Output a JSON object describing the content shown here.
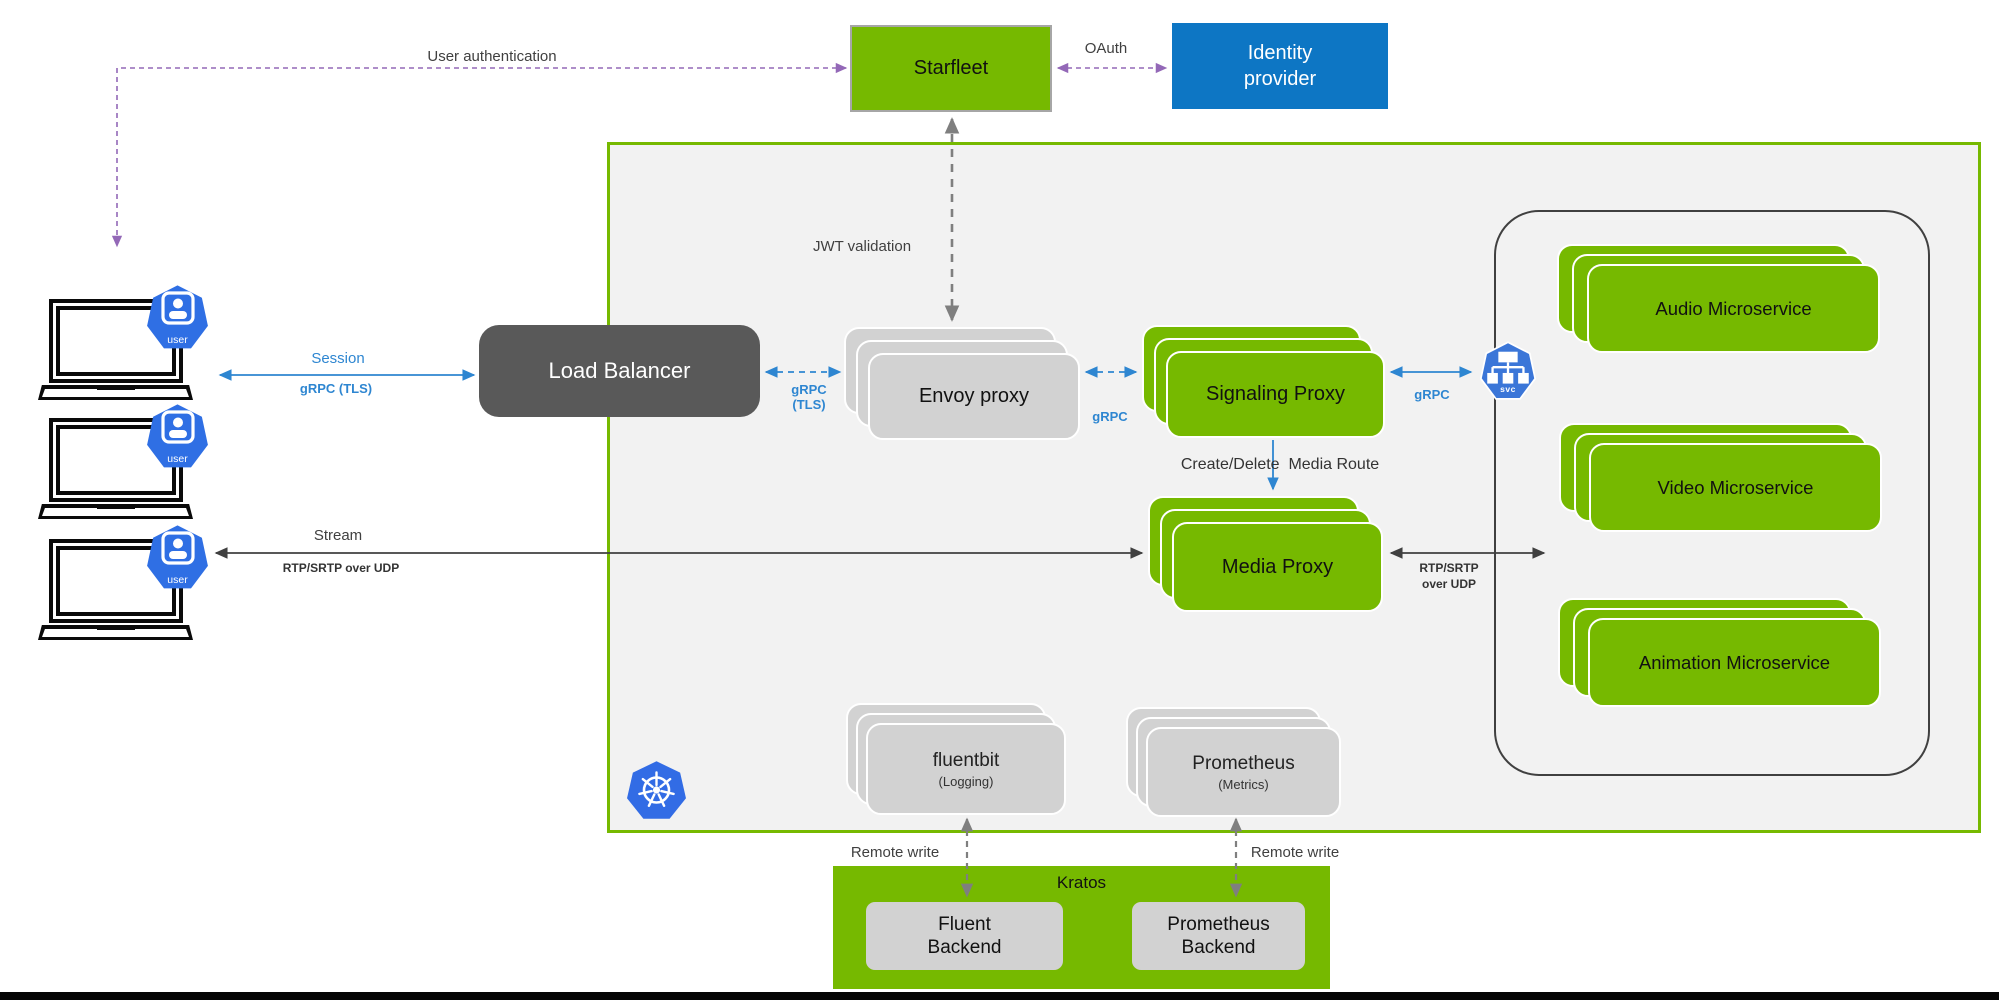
{
  "top": {
    "user_auth": "User authentication",
    "starfleet": "Starfleet",
    "oauth": "OAuth",
    "identity_provider": "Identity provider"
  },
  "left": {
    "user_caption": "user",
    "session": "Session",
    "session_proto": "gRPC (TLS)",
    "stream": "Stream",
    "stream_proto": "RTP/SRTP over UDP"
  },
  "cluster": {
    "jwt": "JWT validation",
    "load_balancer": "Load Balancer",
    "grpc": "gRPC",
    "tls": "(TLS)",
    "grpc_envoy_signaling": "gRPC",
    "grpc_svc": "gRPC",
    "envoy": "Envoy proxy",
    "signaling": "Signaling Proxy",
    "create_delete": "Create/Delete  Media Route",
    "media": "Media Proxy",
    "rtp_line1": "RTP/SRTP",
    "rtp_line2": "over UDP",
    "svc": "svc",
    "microservices": [
      "Audio Microservice",
      "Video Microservice",
      "Animation Microservice"
    ],
    "fluentbit_title": "fluentbit",
    "fluentbit_sub": "(Logging)",
    "prometheus_title": "Prometheus",
    "prometheus_sub": "(Metrics)"
  },
  "kratos": {
    "title": "Kratos",
    "remote_write_left": "Remote write",
    "remote_write_right": "Remote write",
    "fluent_backend": "Fluent Backend",
    "prometheus_backend": "Prometheus Backend"
  },
  "colors": {
    "green": "#76b900",
    "identity_blue": "#0d76c4",
    "load_balancer_gray": "#595959",
    "stack_gray": "#d2d2d2",
    "arrow_blue": "#2e86d1",
    "arrow_purple": "#9368b7",
    "arrow_gray": "#7f7f7f",
    "arrow_dark": "#404040",
    "badge_blue": "#2f6fe4",
    "k8s_blue": "#326ce5"
  }
}
